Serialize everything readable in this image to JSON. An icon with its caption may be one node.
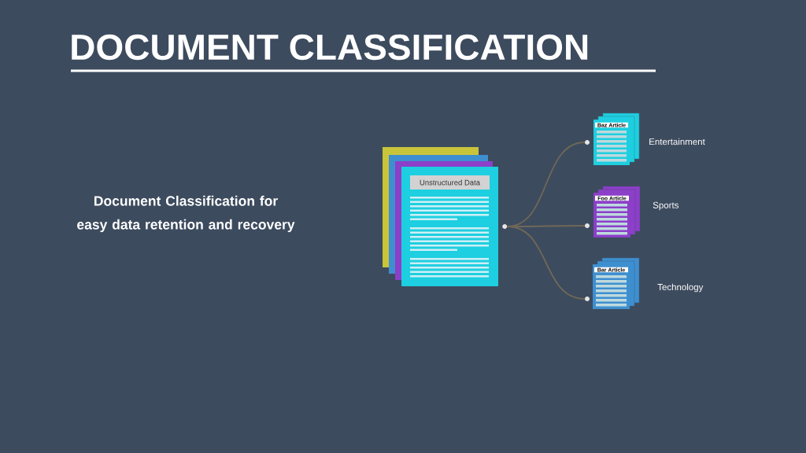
{
  "diagram": {
    "title": "DOCUMENT CLASSIFICATION",
    "nodes": [
      {
        "text": [
          "Unstructured Data"
        ]
      },
      {
        "text": [
          "Baz Article"
        ],
        "beside": [
          "Entertainment"
        ]
      },
      {
        "text": [
          "Foo Article"
        ],
        "beside": [
          "Sports"
        ]
      },
      {
        "text": [
          "Bar Article"
        ],
        "beside": [
          "Technology"
        ]
      },
      {
        "text": [],
        "shape": "circle"
      },
      {
        "text": [],
        "shape": "circle"
      },
      {
        "text": [],
        "shape": "circle"
      },
      {
        "text": [],
        "shape": "circle"
      }
    ],
    "edges": [
      {
        "from": 4,
        "to": 5,
        "arrow": "none"
      },
      {
        "from": 4,
        "to": 6,
        "arrow": "none"
      },
      {
        "from": 4,
        "to": 7,
        "arrow": "none"
      }
    ],
    "labels": [
      "Document Classification for easy data retention and recovery"
    ]
  }
}
